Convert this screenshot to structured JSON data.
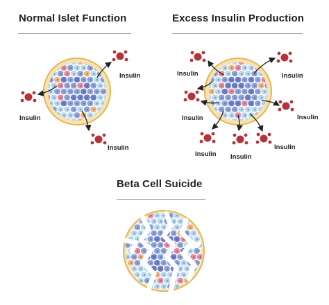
{
  "panels": {
    "normal": {
      "title": "Normal Islet Function"
    },
    "excess": {
      "title": "Excess Insulin Production"
    },
    "suicide": {
      "title": "Beta Cell Suicide"
    }
  },
  "labels": {
    "insulin": "Insulin"
  },
  "colors": {
    "capsule": "#f6e3b4",
    "capsule_edge": "#e9b453",
    "beta_cell": "#8fa3d6",
    "beta_cell_dark": "#6f7fc6",
    "alpha_cell": "#b9d9ee",
    "delta_cell": "#f2b57c",
    "pp_cell": "#e88a9a",
    "insulin_granule": "#b5333a",
    "text": "#222222",
    "rule": "#9a9a9a"
  }
}
